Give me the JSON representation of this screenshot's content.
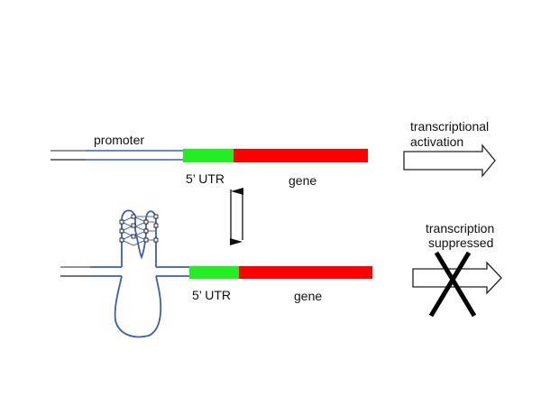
{
  "colors": {
    "dna_strand": "#333333",
    "promoter": "#3a5fb0",
    "utr": "#22ee22",
    "gene": "#ff0000",
    "arrow": "#111111",
    "cross": "#000000"
  },
  "top_construct": {
    "promoter_label": "promoter",
    "utr_label": "5’ UTR",
    "gene_label": "gene",
    "outcome_line1": "transcriptional",
    "outcome_line2": "activation"
  },
  "bottom_construct": {
    "structure": "G-quadruplex in promoter",
    "utr_label": "5’ UTR",
    "gene_label": "gene",
    "outcome_line1": "transcription",
    "outcome_line2": "suppressed"
  },
  "equilibrium": "reversible equilibrium arrows"
}
